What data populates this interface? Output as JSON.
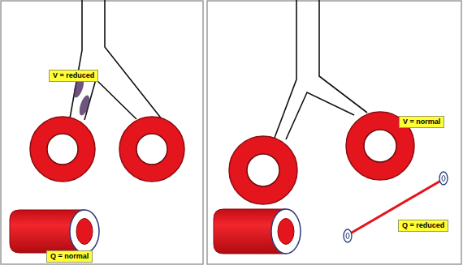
{
  "diagram": {
    "nodes": [
      {
        "text": [
          "V = reduced"
        ]
      },
      {
        "text": [
          "Q = normal"
        ]
      },
      {
        "text": [
          "V = normal"
        ]
      },
      {
        "text": [
          "Q = reduced"
        ]
      }
    ]
  }
}
